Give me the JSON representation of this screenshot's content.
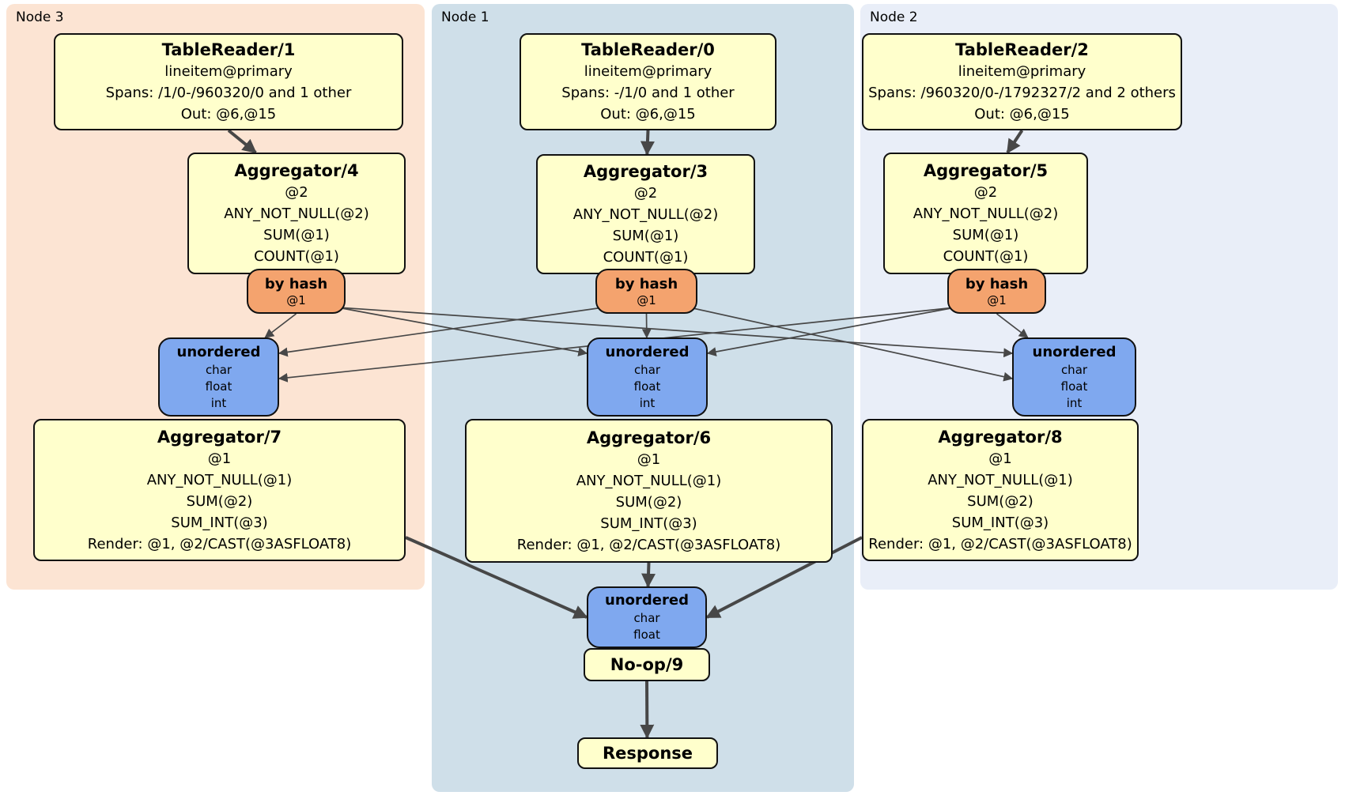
{
  "regions": {
    "node3": {
      "label": "Node 3"
    },
    "node1": {
      "label": "Node 1"
    },
    "node2": {
      "label": "Node 2"
    }
  },
  "processors": {
    "tr1": {
      "title": "TableReader/1",
      "lines": [
        "lineitem@primary",
        "Spans: /1/0-/960320/0 and 1 other",
        "Out: @6,@15"
      ]
    },
    "tr0": {
      "title": "TableReader/0",
      "lines": [
        "lineitem@primary",
        "Spans: -/1/0 and 1 other",
        "Out: @6,@15"
      ]
    },
    "tr2": {
      "title": "TableReader/2",
      "lines": [
        "lineitem@primary",
        "Spans: /960320/0-/1792327/2 and 2 others",
        "Out: @6,@15"
      ]
    },
    "agg4": {
      "title": "Aggregator/4",
      "lines": [
        "@2",
        "ANY_NOT_NULL(@2)",
        "SUM(@1)",
        "COUNT(@1)"
      ]
    },
    "agg3": {
      "title": "Aggregator/3",
      "lines": [
        "@2",
        "ANY_NOT_NULL(@2)",
        "SUM(@1)",
        "COUNT(@1)"
      ]
    },
    "agg5": {
      "title": "Aggregator/5",
      "lines": [
        "@2",
        "ANY_NOT_NULL(@2)",
        "SUM(@1)",
        "COUNT(@1)"
      ]
    },
    "agg7": {
      "title": "Aggregator/7",
      "lines": [
        "@1",
        "ANY_NOT_NULL(@1)",
        "SUM(@2)",
        "SUM_INT(@3)",
        "Render: @1, @2/CAST(@3ASFLOAT8)"
      ]
    },
    "agg6": {
      "title": "Aggregator/6",
      "lines": [
        "@1",
        "ANY_NOT_NULL(@1)",
        "SUM(@2)",
        "SUM_INT(@3)",
        "Render: @1, @2/CAST(@3ASFLOAT8)"
      ]
    },
    "agg8": {
      "title": "Aggregator/8",
      "lines": [
        "@1",
        "ANY_NOT_NULL(@1)",
        "SUM(@2)",
        "SUM_INT(@3)",
        "Render: @1, @2/CAST(@3ASFLOAT8)"
      ]
    },
    "noop": {
      "title": "No-op/9"
    },
    "resp": {
      "title": "Response"
    }
  },
  "routers": {
    "hash3": {
      "title": "by hash",
      "key": "@1"
    },
    "hash1": {
      "title": "by hash",
      "key": "@1"
    },
    "hash2": {
      "title": "by hash",
      "key": "@1"
    }
  },
  "syncs": {
    "uno3": {
      "title": "unordered",
      "lines": [
        "char",
        "float",
        "int"
      ]
    },
    "uno1": {
      "title": "unordered",
      "lines": [
        "char",
        "float",
        "int"
      ]
    },
    "uno2": {
      "title": "unordered",
      "lines": [
        "char",
        "float",
        "int"
      ]
    },
    "unoF": {
      "title": "unordered",
      "lines": [
        "char",
        "float"
      ]
    }
  },
  "edges": [
    {
      "from": "tr1",
      "to": "agg4",
      "style": "thick"
    },
    {
      "from": "tr0",
      "to": "agg3",
      "style": "thick"
    },
    {
      "from": "tr2",
      "to": "agg5",
      "style": "thick"
    },
    {
      "from": "hash3",
      "to": "uno3",
      "style": "thin"
    },
    {
      "from": "hash1",
      "to": "uno3",
      "style": "thin"
    },
    {
      "from": "hash2",
      "to": "uno3",
      "style": "thin"
    },
    {
      "from": "hash3",
      "to": "uno1",
      "style": "thin"
    },
    {
      "from": "hash1",
      "to": "uno1",
      "style": "thin"
    },
    {
      "from": "hash2",
      "to": "uno1",
      "style": "thin"
    },
    {
      "from": "hash3",
      "to": "uno2",
      "style": "thin"
    },
    {
      "from": "hash1",
      "to": "uno2",
      "style": "thin"
    },
    {
      "from": "hash2",
      "to": "uno2",
      "style": "thin"
    },
    {
      "from": "agg7",
      "to": "unoF",
      "style": "thick"
    },
    {
      "from": "agg6",
      "to": "unoF",
      "style": "thick"
    },
    {
      "from": "agg8",
      "to": "unoF",
      "style": "thick"
    },
    {
      "from": "noop",
      "to": "resp",
      "style": "thick"
    }
  ],
  "colors": {
    "node3_bg": "#fce4d3",
    "node1_bg": "#cfdfe9",
    "node2_bg": "#e9eef8",
    "processor_bg": "#ffffcc",
    "router_bg": "#f4a36e",
    "sync_bg": "#7fa8ef",
    "border": "#111111",
    "edge": "#474747"
  }
}
